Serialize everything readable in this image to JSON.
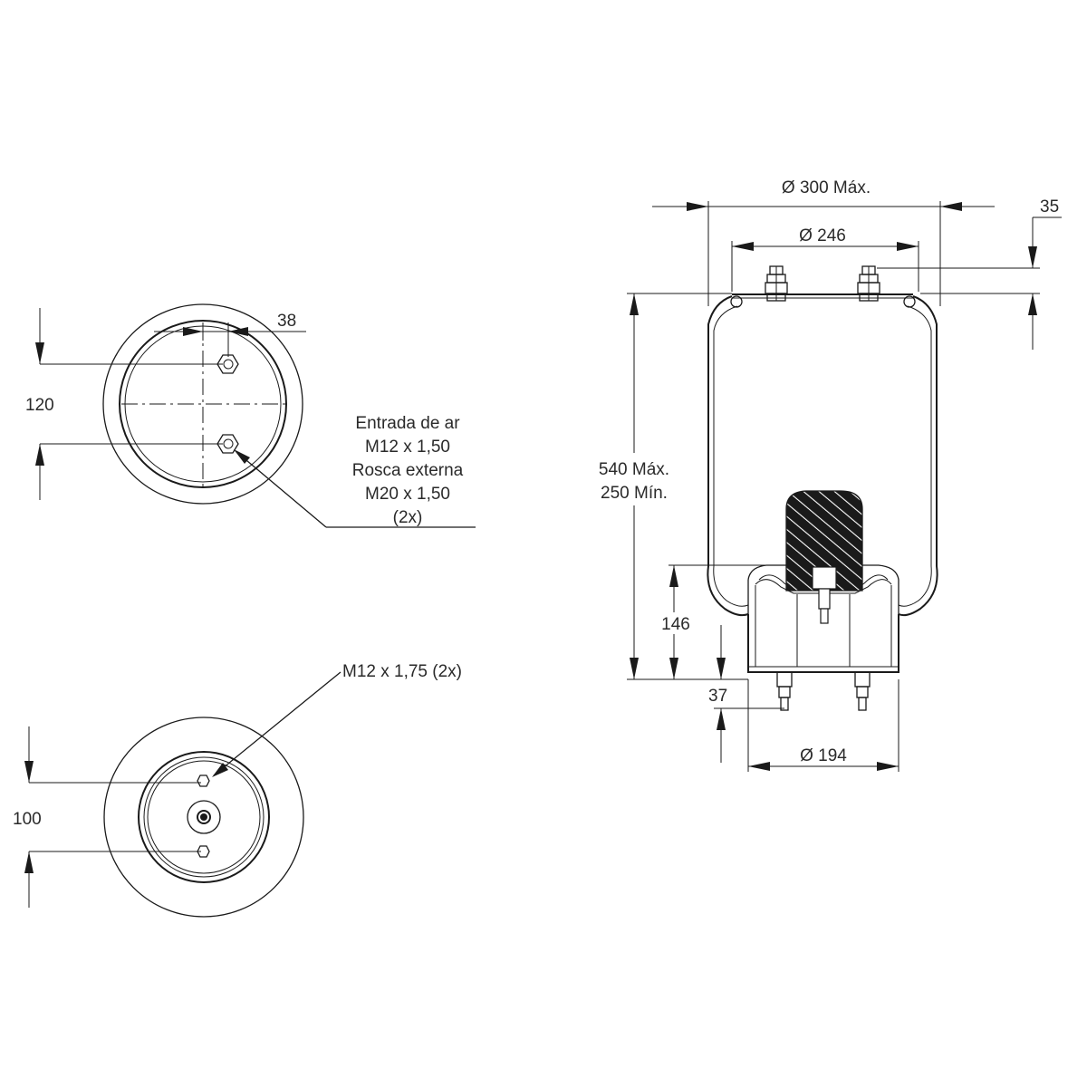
{
  "top_view": {
    "dim_pitch": "38",
    "dim_spacing": "120"
  },
  "callout_air": {
    "line1": "Entrada de ar",
    "line2": "M12 x 1,50",
    "line3": "Rosca externa",
    "line4": "M20 x 1,50",
    "line5": "(2x)"
  },
  "bottom_view": {
    "dim_spacing": "100",
    "callout": "M12 x 1,75 (2x)"
  },
  "side_view": {
    "dim_outer_dia": "Ø 300 Máx.",
    "dim_plate_dia": "Ø 246",
    "dim_stud": "35",
    "dim_height_max": "540 Máx.",
    "dim_height_min": "250 Mín.",
    "dim_piston_h": "146",
    "dim_bottom_stud": "37",
    "dim_piston_dia": "Ø 194"
  },
  "colors": {
    "line": "#1a1a1a",
    "text": "#2a2a2a"
  }
}
